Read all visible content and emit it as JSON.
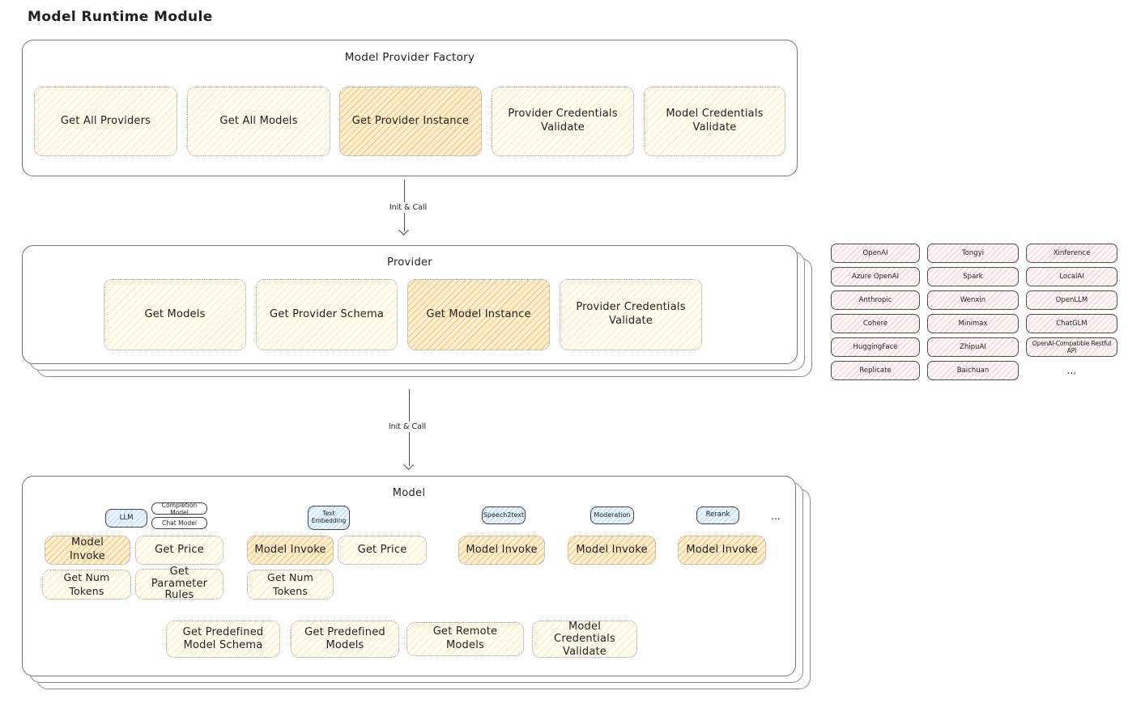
{
  "title": "Model Runtime Module",
  "arrows": {
    "init_call_1": "Init & Call",
    "init_call_2": "Init & Call"
  },
  "factory": {
    "label": "Model Provider Factory",
    "items": [
      {
        "label": "Get All Providers",
        "emphasis": false
      },
      {
        "label": "Get All Models",
        "emphasis": false
      },
      {
        "label": "Get Provider Instance",
        "emphasis": true
      },
      {
        "label": "Provider Credentials Validate",
        "emphasis": false
      },
      {
        "label": "Model Credentials Validate",
        "emphasis": false
      }
    ]
  },
  "provider": {
    "label": "Provider",
    "items": [
      {
        "label": "Get Models",
        "emphasis": false
      },
      {
        "label": "Get Provider Schema",
        "emphasis": false
      },
      {
        "label": "Get Model Instance",
        "emphasis": true
      },
      {
        "label": "Provider Credentials Validate",
        "emphasis": false
      }
    ]
  },
  "providers": {
    "grid": [
      "OpenAI",
      "Tongyi",
      "Xinference",
      "Azure OpenAI",
      "Spark",
      "LocalAI",
      "Anthropic",
      "Wenxin",
      "OpenLLM",
      "Cohere",
      "Minimax",
      "ChatGLM",
      "HuggingFace",
      "ZhipuAI",
      "OpenAI-Compatible Restful API",
      "Replicate",
      "Baichuan"
    ],
    "more": "..."
  },
  "model": {
    "label": "Model",
    "tags": {
      "llm": "LLM",
      "completion": "Completion Model",
      "chat": "Chat Model",
      "text_embedding": "Text Embedding",
      "speech2text": "Speech2text",
      "moderation": "Moderation",
      "rerank": "Rerank",
      "more": "..."
    },
    "llm": {
      "invoke": "Model Invoke",
      "get_price": "Get Price",
      "get_num_tokens": "Get Num Tokens",
      "get_parameter_rules": "Get Parameter Rules"
    },
    "text_embedding": {
      "invoke": "Model Invoke",
      "get_price": "Get Price",
      "get_num_tokens": "Get Num Tokens"
    },
    "speech2text": {
      "invoke": "Model Invoke"
    },
    "moderation": {
      "invoke": "Model Invoke"
    },
    "rerank": {
      "invoke": "Model Invoke"
    },
    "common": [
      "Get Predefined Model Schema",
      "Get Predefined Models",
      "Get Remote Models",
      "Model Credentials Validate"
    ]
  },
  "colors": {
    "node_fill": "#fffcf2",
    "node_highlight_fill": "#f2a646",
    "provider_fill": "#eb9b9b",
    "tag_fill": "#8cc3f0",
    "container_border": "#757575"
  }
}
